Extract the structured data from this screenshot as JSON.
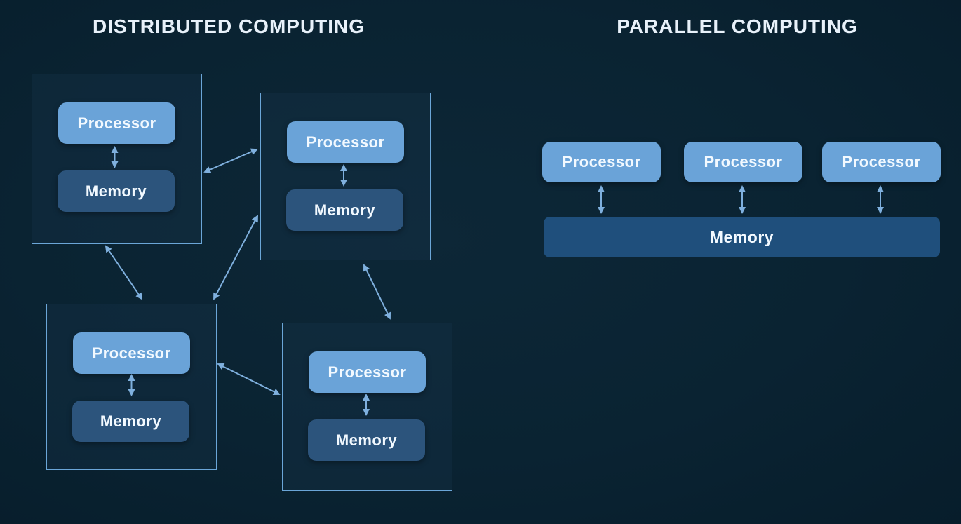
{
  "diagram": {
    "left_panel": {
      "title": "DISTRIBUTED COMPUTING",
      "nodes": [
        {
          "processor": "Processor",
          "memory": "Memory"
        },
        {
          "processor": "Processor",
          "memory": "Memory"
        },
        {
          "processor": "Processor",
          "memory": "Memory"
        },
        {
          "processor": "Processor",
          "memory": "Memory"
        }
      ],
      "connections": [
        {
          "from": "node-1",
          "to": "node-2",
          "bidirectional": true
        },
        {
          "from": "node-1",
          "to": "node-3",
          "bidirectional": true
        },
        {
          "from": "node-2",
          "to": "node-3",
          "bidirectional": true
        },
        {
          "from": "node-2",
          "to": "node-4",
          "bidirectional": true
        },
        {
          "from": "node-3",
          "to": "node-4",
          "bidirectional": true
        },
        {
          "from": "processor",
          "to": "memory",
          "bidirectional": true,
          "note": "within each node"
        }
      ]
    },
    "right_panel": {
      "title": "PARALLEL COMPUTING",
      "processors": [
        "Processor",
        "Processor",
        "Processor"
      ],
      "memory": "Memory",
      "connections": [
        {
          "from": "processor-1",
          "to": "shared-memory",
          "bidirectional": true
        },
        {
          "from": "processor-2",
          "to": "shared-memory",
          "bidirectional": true
        },
        {
          "from": "processor-3",
          "to": "shared-memory",
          "bidirectional": true
        }
      ]
    },
    "colors": {
      "background": "#0a2332",
      "node_border": "#6ba6d8",
      "processor_fill": "#6aa3d8",
      "memory_fill": "#2c547c",
      "shared_memory_fill": "#1f4f7c",
      "arrow": "#7fb0de",
      "title_text": "#e8f1fa",
      "box_text": "#f2f9ff"
    }
  }
}
